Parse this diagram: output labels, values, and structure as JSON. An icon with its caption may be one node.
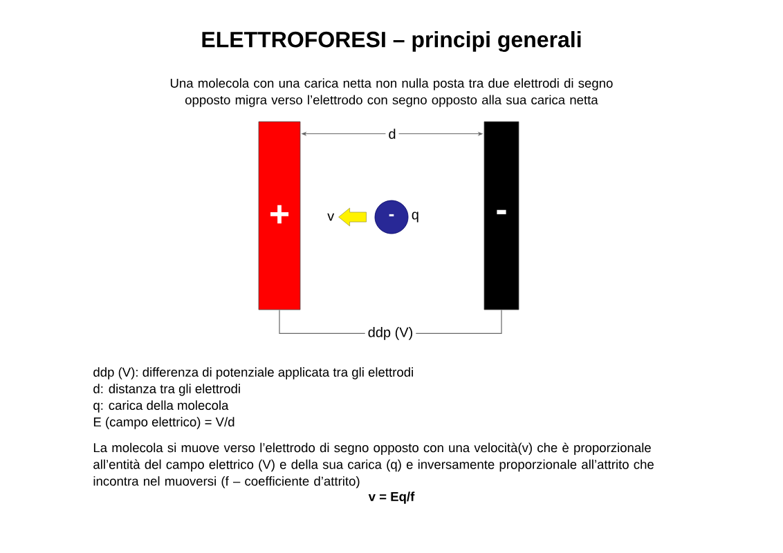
{
  "diagram": {
    "title": "ELETTROFORESI – principi generali",
    "nodes": [
      {
        "text": [
          "+"
        ]
      },
      {
        "text": [
          "-"
        ]
      },
      {
        "text": [
          "-"
        ],
        "beside": [
          "q"
        ]
      }
    ],
    "edges": [
      {
        "from": 0,
        "to": 1,
        "arrow": "both",
        "label": "d"
      },
      {
        "from": 0,
        "to": 1,
        "arrow": "none",
        "label": "ddp (V)"
      },
      {
        "from": 2,
        "to": null,
        "arrow": "to",
        "label": "v"
      }
    ],
    "labels": [
      "Una molecola con una carica netta non nulla posta tra due elettrodi di segno opposto migra verso l’elettrodo con segno opposto alla sua carica netta",
      "ddp (V): differenza di potenziale applicata tra gli elettrodi",
      "d: distanza tra gli elettrodi",
      "q: carica della molecola",
      "E (campo elettrico) = V/d",
      "La molecola si muove verso l’elettrodo di segno opposto con una velocità(v) che è proporzionale all’entità del campo elettrico (V) e della sua carica (q) e inversamente proporzionale all’attrito che incontra nel muoversi (f – coefficiente d’attrito)",
      "v = Eq/f"
    ]
  }
}
